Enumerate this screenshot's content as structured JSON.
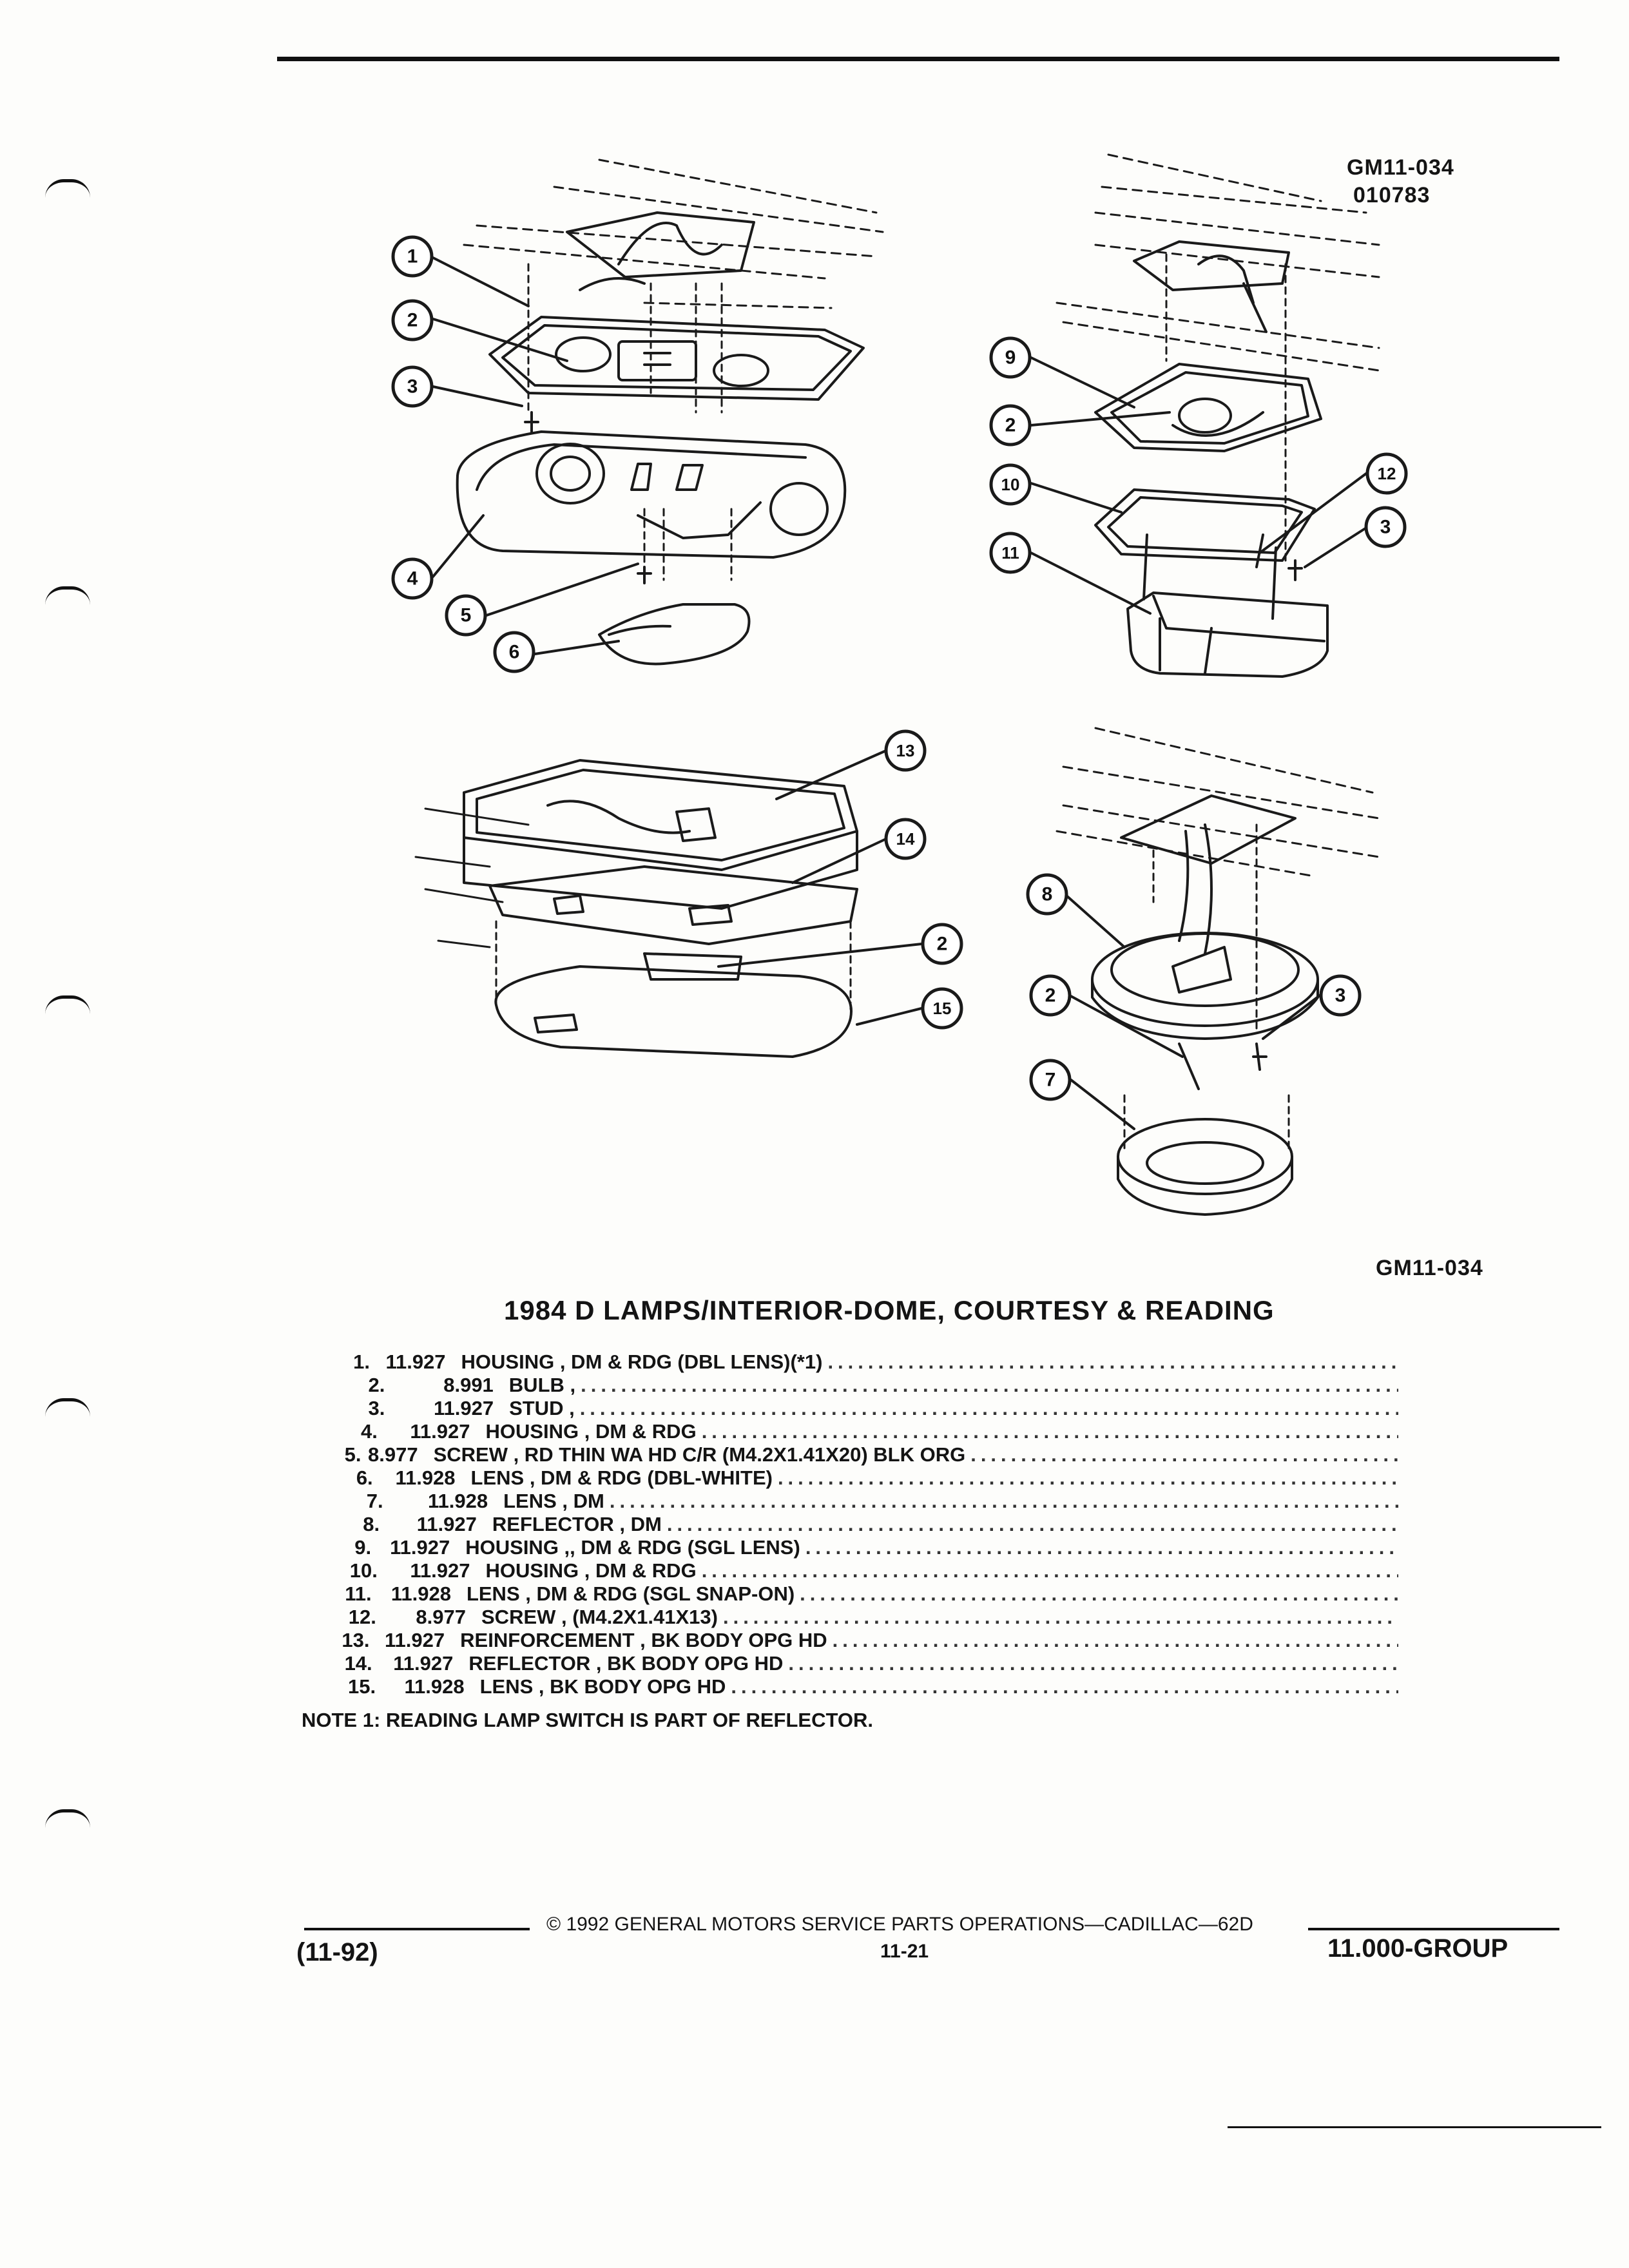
{
  "figure": {
    "ref_code": "GM11-034",
    "ref_date": "010783",
    "callout_ref": "GM11-034"
  },
  "callouts": [
    "1",
    "2",
    "3",
    "4",
    "5",
    "6",
    "7",
    "8",
    "9",
    "10",
    "11",
    "12",
    "13",
    "14",
    "15"
  ],
  "section_title": "1984 D LAMPS/INTERIOR-DOME, COURTESY & READING",
  "parts": [
    {
      "num": "1.",
      "group": "11.927",
      "desc": "HOUSING , DM & RDG (DBL LENS)(*1)"
    },
    {
      "num": "2.",
      "group": "8.991",
      "desc": "BULB ,"
    },
    {
      "num": "3.",
      "group": "11.927",
      "desc": "STUD ,"
    },
    {
      "num": "4.",
      "group": "11.927",
      "desc": "HOUSING , DM & RDG"
    },
    {
      "num": "5.",
      "group": "8.977",
      "desc": "SCREW , RD THIN WA HD C/R (M4.2X1.41X20) BLK ORG"
    },
    {
      "num": "6.",
      "group": "11.928",
      "desc": "LENS , DM & RDG (DBL-WHITE)"
    },
    {
      "num": "7.",
      "group": "11.928",
      "desc": "LENS , DM"
    },
    {
      "num": "8.",
      "group": "11.927",
      "desc": "REFLECTOR , DM"
    },
    {
      "num": "9.",
      "group": "11.927",
      "desc": "HOUSING ,, DM & RDG (SGL LENS)"
    },
    {
      "num": "10.",
      "group": "11.927",
      "desc": "HOUSING , DM & RDG"
    },
    {
      "num": "11.",
      "group": "11.928",
      "desc": "LENS , DM & RDG (SGL SNAP-ON)"
    },
    {
      "num": "12.",
      "group": "8.977",
      "desc": "SCREW , (M4.2X1.41X13)"
    },
    {
      "num": "13.",
      "group": "11.927",
      "desc": "REINFORCEMENT , BK BODY OPG HD"
    },
    {
      "num": "14.",
      "group": "11.927",
      "desc": "REFLECTOR , BK BODY OPG HD"
    },
    {
      "num": "15.",
      "group": "11.928",
      "desc": "LENS , BK BODY OPG HD"
    }
  ],
  "leader": "..................................................................................",
  "note": "NOTE  1:  READING LAMP SWITCH IS PART OF REFLECTOR.",
  "footer": {
    "copyright": "©  1992  GENERAL MOTORS SERVICE PARTS OPERATIONS—CADILLAC—62D",
    "revision": "(11-92)",
    "page": "11-21",
    "group": "11.000-GROUP"
  }
}
